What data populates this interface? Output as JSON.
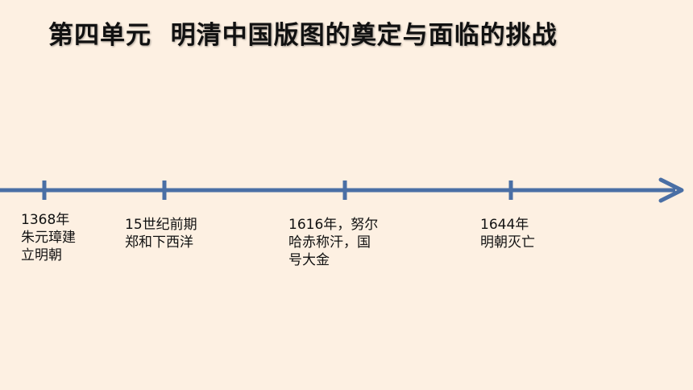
{
  "title": "第四单元  明清中国版图的奠定与面临的挑战",
  "accent_color": "#4a6fa5",
  "events": [
    {
      "text": "1368年\n朱元璋建\n立明朝"
    },
    {
      "text": "15世纪前期\n郑和下西洋"
    },
    {
      "text": "1616年，努尔\n哈赤称汗，国\n号大金"
    },
    {
      "text": "1644年\n明朝灭亡"
    }
  ]
}
